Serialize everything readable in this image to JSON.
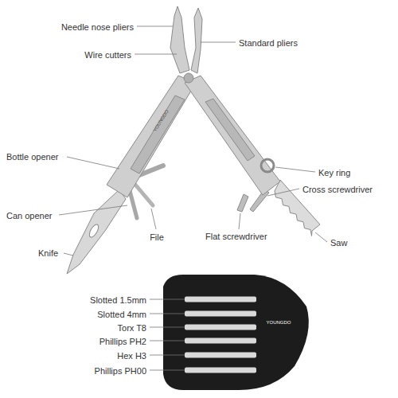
{
  "diagram": {
    "labels": [
      "Needle nose pliers",
      "Standard pliers",
      "Wire cutters",
      "YOUNGDO",
      "Bottle opener",
      "Key ring",
      "Cross screwdriver",
      "Can opener",
      "File",
      "Flat screwdriver",
      "Saw",
      "Knife",
      "Slotted 1.5mm",
      "Slotted 4mm",
      "Torx T8",
      "Phillips PH2",
      "Hex H3",
      "Phillips PH00",
      "YOUNGDO"
    ]
  }
}
